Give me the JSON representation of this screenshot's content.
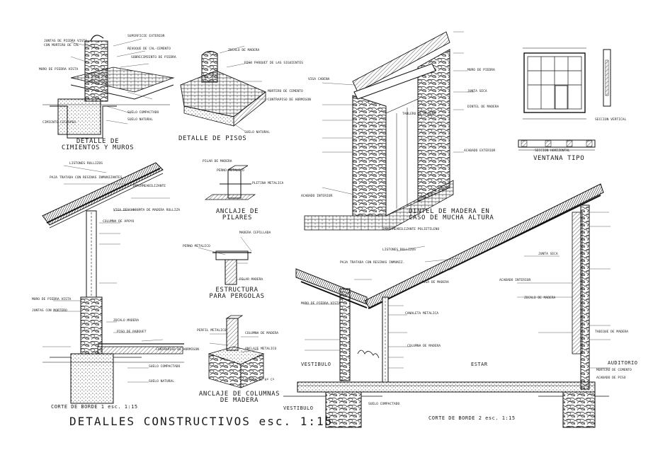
{
  "sheet_title": "DETALLES CONSTRUCTIVOS   esc. 1:15",
  "drawings": {
    "cimientos": "DETALLE DE CIMIENTOS Y MUROS",
    "pisos": "DETALLE DE PISOS",
    "dintel": "DINTEL DE MADERA EN CASO DE MUCHA ALTURA",
    "ventana": "VENTANA TIPO",
    "ventana_sec_vertical": "SECCION VERTICAL",
    "ventana_sec_horizontal": "SECCION HORIZONTAL",
    "anclaje_pilares": "ANCLAJE DE PILARES",
    "pergolas": "ESTRUCTURA PARA PERGOLAS",
    "anclaje_columnas": "ANCLAJE DE COLUMNAS DE MADERA",
    "corte1": "CORTE DE BORDE 1   esc. 1:15",
    "corte2": "CORTE DE BORDE 2 esc. 1:15"
  },
  "room_labels": {
    "vestibulo": "VESTIBULO",
    "estar": "ESTAR",
    "auditorio": "AUDITORIO",
    "vestibulo_bottom": "VESTIBULO"
  },
  "notes": {
    "cim_1": "JUNTAS DE PIEDRA VISTA",
    "cim_2": "CON MORTERO DE CAL",
    "cim_3": "SUPERFICIE EXTERIOR",
    "cim_4": "REVOQUE DE CAL-CEMENTO",
    "cim_5": "SOBRECIMIENTO DE PIEDRA",
    "cim_6": "MURO DE PIEDRA VISTA",
    "cim_7": "CIMIENTO CICLOPEO",
    "cim_8": "SUELO COMPACTADO",
    "cim_9": "SUELO NATURAL",
    "pis_1": "ZOCALO DE MADERA",
    "pis_2": "PISO PARQUET DE LAS SIGUIENTES",
    "pis_3": "MORTERO DE CEMENTO",
    "pis_4": "CONTRAPISO DE HORMIGON",
    "pis_5": "SUELO NATURAL",
    "din_1": "MURO DE PIEDRA",
    "din_2": "JUNTA SECA",
    "din_3": "VIGA CADENA",
    "din_4": "DINTEL DE MADERA",
    "din_5": "TABLERO DE MADERA",
    "din_6": "ACABADO INTERIOR",
    "din_7": "ACABADO EXTERIOR",
    "pil_1": "PILAR DE MADERA",
    "pil_2": "PERNO METALICO",
    "pil_3": "PLETINA METALICA",
    "per_1": "PERNO METALICO",
    "per_2": "MADERA CEPILLADA",
    "per_3": "PILAR MADERA",
    "col_1": "PERFIL METALICO",
    "col_2": "COLUMNA DE MADERA",
    "col_3": "ANCLAJE METALICO",
    "col_4": "ZAPATA DE Hº Cº",
    "c1_1": "LISTONES ROLLIZOS",
    "c1_2": "PAJA TRATADA CON RESINAS INMUNIZANTES",
    "c1_3": "IMPERMEABILIZANTE",
    "c1_4": "VIGA DESCUBIERTA DE MADERA ROLLIZA",
    "c1_5": "COLUMNA DE APOYO",
    "c1_6": "MURO DE PIEDRA VISTA",
    "c1_7": "JUNTAS CON MORTERO",
    "c1_8": "ZOCALO MADERA",
    "c1_9": "PISO DE PARQUET",
    "c1_10": "CONTRAPISO DE HORMIGON",
    "c1_11": "SUELO COMPACTADO",
    "c1_12": "SUELO NATURAL",
    "c2_1": "PAJA TRATADA CON RESINAS INMUNIZ.",
    "c2_2": "LISTONES ROLLIZOS",
    "c2_3": "IMPERMEABILIZANTE POLIETILENO",
    "c2_4": "VIGA DE MADERA",
    "c2_5": "CANALETA METALICA",
    "c2_6": "COLUMNA DE MADERA",
    "c2_7": "MURO DE PIEDRA VISTA",
    "c2_8": "JUNTA SECA",
    "c2_9": "ACABADO INTERIOR",
    "c2_10": "ZOCALO DE MADERA",
    "c2_11": "TABIQUE DE MADERA",
    "c2_12": "MORTERO DE CEMENTO",
    "c2_13": "ACABADO DE PISO",
    "c2_14": "SUELO COMPACTADO"
  }
}
